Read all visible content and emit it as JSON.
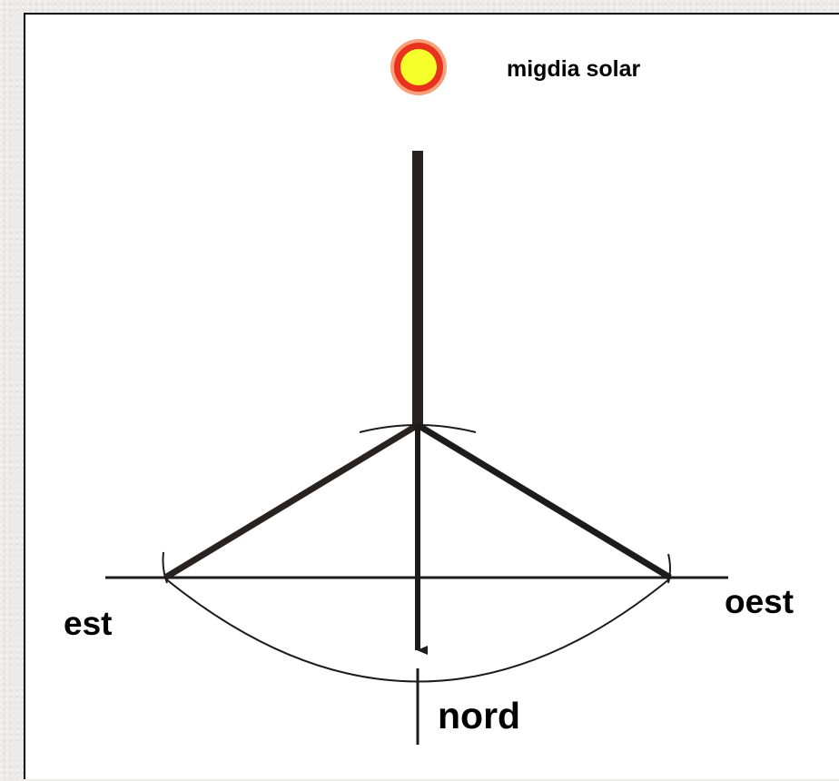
{
  "labels": {
    "sun": "migdia solar",
    "east": "est",
    "west": "oest",
    "north": "nord"
  },
  "colors": {
    "sun_fill": "#f6ff2a",
    "sun_ring": "#e8321e",
    "sun_glow": "#f7a07a",
    "lines": "#1c1c1c"
  }
}
